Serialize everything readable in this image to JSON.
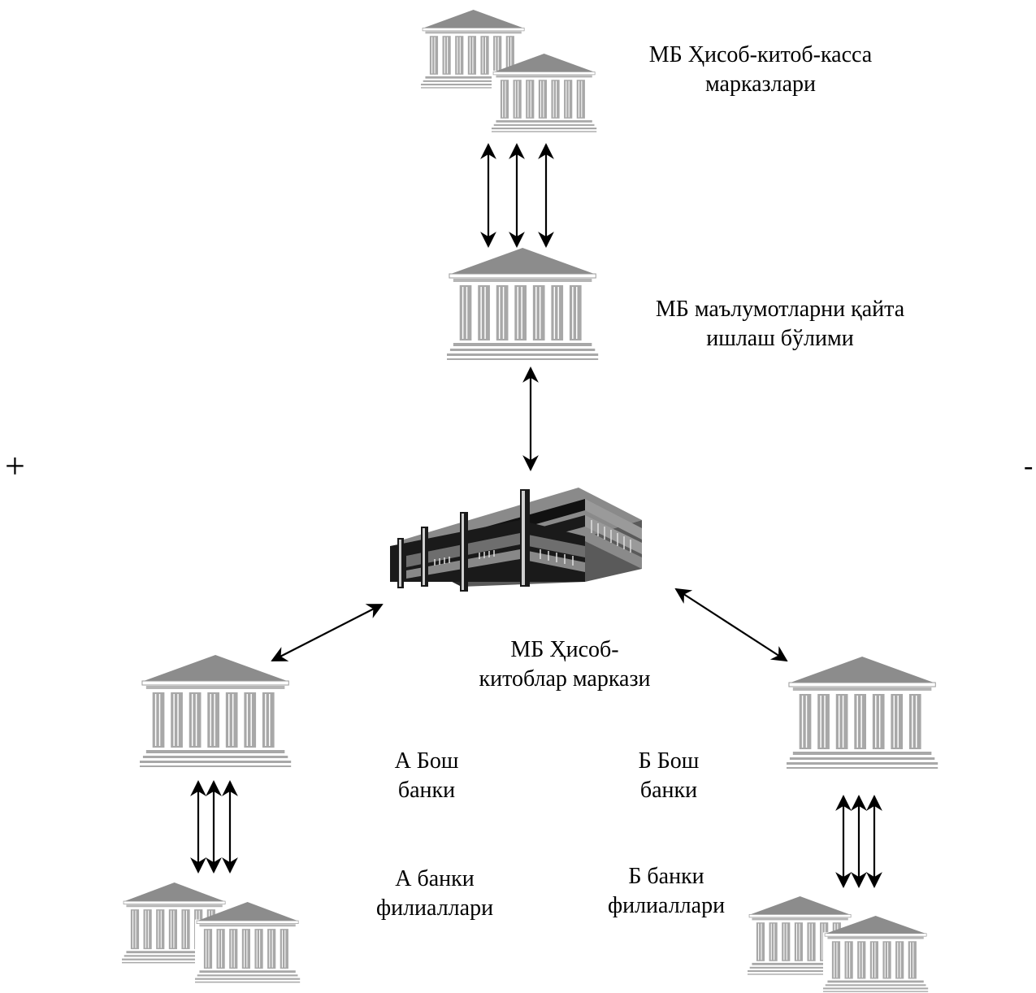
{
  "labels": {
    "rkc": [
      "МБ Ҳисоб-китоб-касса",
      "марказлари"
    ],
    "processing": [
      "МБ маълумотларни қайта",
      "ишлаш бўлими"
    ],
    "center": [
      "МБ Ҳисоб-",
      "китоблар маркази"
    ],
    "bank_a_head": [
      "А Бош",
      "банки"
    ],
    "bank_b_head": [
      "Б Бош",
      "банки"
    ],
    "bank_a_branches": [
      "А банки",
      "филиаллари"
    ],
    "bank_b_branches": [
      "Б банки",
      "филиаллари"
    ]
  },
  "signs": {
    "plus": "+",
    "minus": "-"
  },
  "icons": {
    "bank": "classical-bank-building-icon",
    "bank_pair": "two-bank-buildings-icon",
    "center": "modern-office-building-icon"
  },
  "colors": {
    "roof": "#8c8c8c",
    "column": "#a8a8a8",
    "building_dark": "#1a1a1a",
    "building_grey": "#7d7d7d",
    "arrow": "#000000"
  }
}
